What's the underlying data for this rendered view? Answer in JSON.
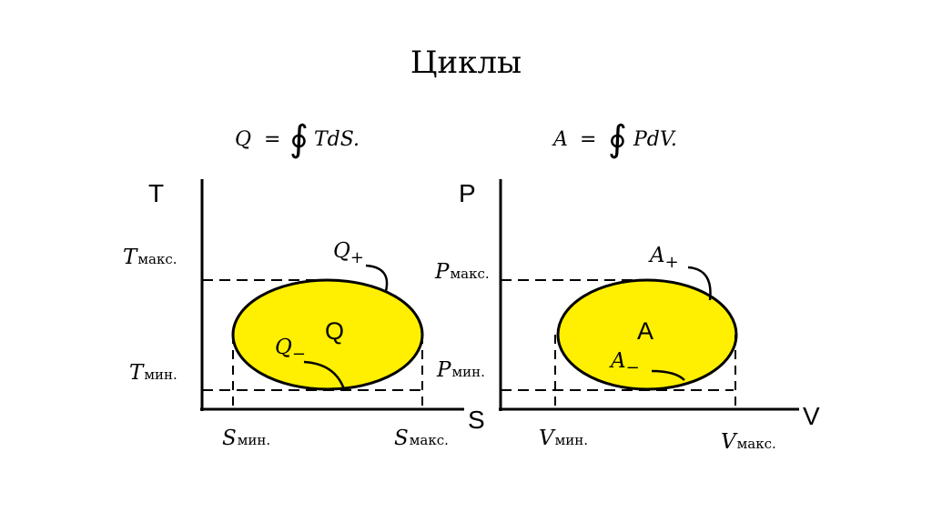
{
  "title": "Циклы",
  "colors": {
    "fill": "#ffef00",
    "stroke": "#000000",
    "background": "#ffffff"
  },
  "left": {
    "formula": {
      "lhs": "Q",
      "eq": "=",
      "integral": "∮",
      "rhs": "TdS."
    },
    "y_axis": "T",
    "x_axis": "S",
    "y_max": {
      "sym": "T",
      "sub": "макс."
    },
    "y_min": {
      "sym": "T",
      "sub": "мин."
    },
    "x_min": {
      "sym": "S",
      "sub": "мин."
    },
    "x_max": {
      "sym": "S",
      "sub": "макс."
    },
    "center": "Q",
    "plus": {
      "sym": "Q",
      "sub": "+"
    },
    "minus": {
      "sym": "Q",
      "sub": "−"
    }
  },
  "right": {
    "formula": {
      "lhs": "A",
      "eq": "=",
      "integral": "∮",
      "rhs": "PdV."
    },
    "y_axis": "P",
    "x_axis": "V",
    "y_max": {
      "sym": "P",
      "sub": "макс."
    },
    "y_min": {
      "sym": "P",
      "sub": "мин."
    },
    "x_min": {
      "sym": "V",
      "sub": "мин."
    },
    "x_max": {
      "sym": "V",
      "sub": "макс."
    },
    "center": "A",
    "plus": {
      "sym": "A",
      "sub": "+"
    },
    "minus": {
      "sym": "A",
      "sub": "−"
    }
  }
}
